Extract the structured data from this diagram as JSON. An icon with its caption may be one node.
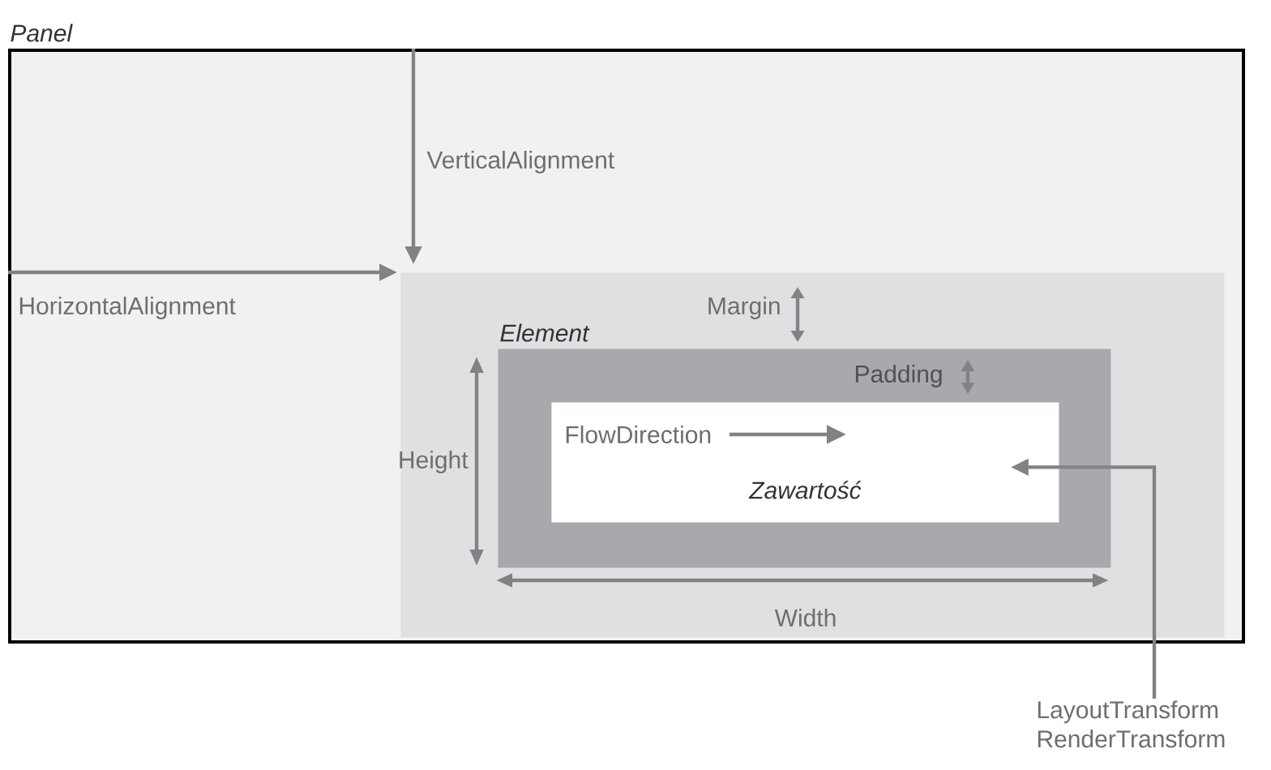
{
  "diagram": {
    "nodes": [
      {
        "text": [
          "Panel"
        ]
      },
      {
        "text": [],
        "shape": "box",
        "in": 0
      },
      {
        "text": [
          "Element"
        ],
        "in": 1
      },
      {
        "text": [
          "Zawartość"
        ],
        "in": 2
      },
      {
        "text": [
          "LayoutTransform",
          "RenderTransform"
        ]
      }
    ],
    "edges": [
      {
        "from": 0,
        "to": 1,
        "arrow": "to",
        "label": "VerticalAlignment"
      },
      {
        "from": 0,
        "to": 1,
        "arrow": "to",
        "label": "HorizontalAlignment"
      },
      {
        "from": 4,
        "to": 3,
        "arrow": "to"
      }
    ],
    "labels": [
      "Margin",
      "Padding",
      "FlowDirection",
      "Height",
      "Width"
    ]
  }
}
